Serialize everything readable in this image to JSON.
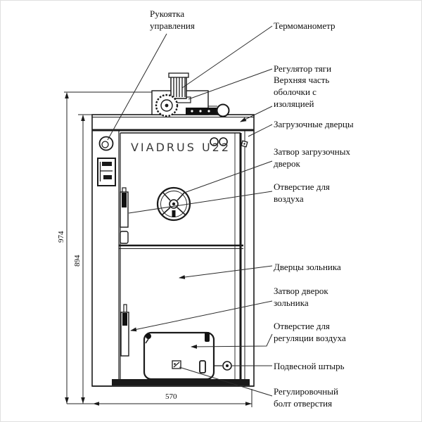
{
  "diagram": {
    "brand_label": "VIADRUS  U22",
    "callouts": {
      "control_handle": "Рукоятка управления",
      "thermomanometer": "Термоманометр",
      "draft_regulator": "Регулятор тяги",
      "upper_casing": "Верхняя часть оболочки с изоляцией",
      "loading_door": "Загрузочные дверцы",
      "loading_door_latch": "Затвор загрузочных дверок",
      "air_opening": "Отверстие для воздуха",
      "ash_door": "Дверцы зольника",
      "ash_door_latch": "Затвор дверок зольника",
      "air_regulation_opening": "Отверстие для регуляции воздуха",
      "hanging_pin": "Подвесной штырь",
      "adjusting_bolt": "Регулировочный болт отверстия"
    },
    "dimensions": {
      "overall_height_mm": "974",
      "body_height_mm": "894",
      "width_mm": "570"
    },
    "colors": {
      "line": "#1a1a1a",
      "background": "#ffffff"
    }
  }
}
